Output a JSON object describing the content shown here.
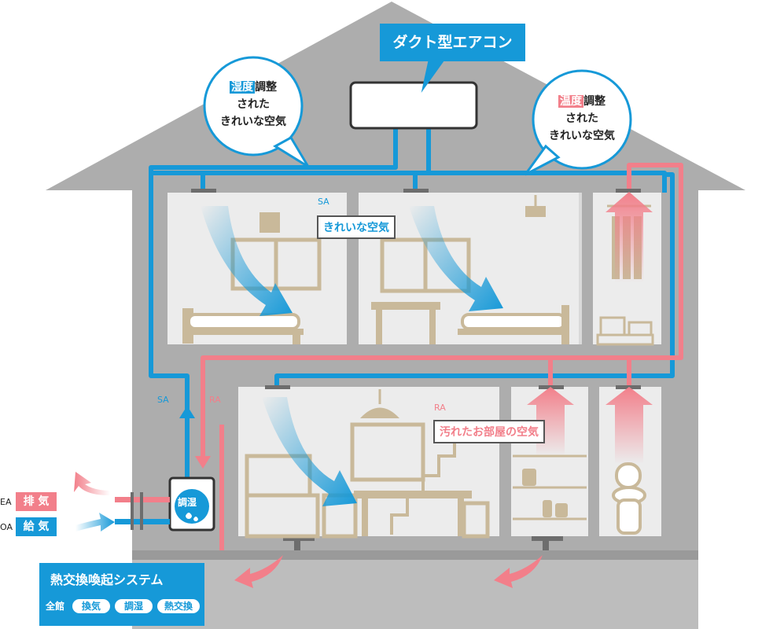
{
  "title": "ダクト型エアコン",
  "bubble_left": {
    "hl": "湿度",
    "rest": "調整",
    "line2": "された",
    "line3": "きれいな空気"
  },
  "bubble_right": {
    "hl": "温度",
    "rest": "調整",
    "line2": "された",
    "line3": "きれいな空気"
  },
  "clean_air": {
    "tag": "SA",
    "text": "きれいな空気"
  },
  "dirty_air": {
    "tag": "RA",
    "text": "汚れたお部屋の空気"
  },
  "unit_label": "調湿",
  "sa_label": "SA",
  "ra_label": "RA",
  "exhaust": {
    "code": "EA",
    "text": "排 気"
  },
  "intake": {
    "code": "OA",
    "text": "給 気"
  },
  "system": {
    "name": "熱交換喚起システム",
    "scope": "全館",
    "features": [
      "換気",
      "調湿",
      "熱交換"
    ]
  },
  "colors": {
    "blue": "#1699d8",
    "pink": "#f27f8a",
    "house": "#adadad",
    "furniture": "#c9b99a"
  }
}
